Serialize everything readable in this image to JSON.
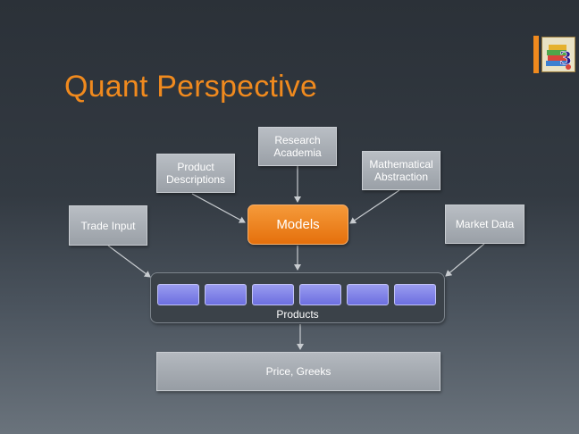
{
  "slide": {
    "title": "Quant Perspective"
  },
  "logo": {
    "icon": "book-stack-logo-icon"
  },
  "inputs": {
    "trade_input": "Trade Input",
    "product_descriptions": "Product\nDescriptions",
    "research_academia": "Research\nAcademia",
    "mathematical_abstraction": "Mathematical\nAbstraction",
    "market_data": "Market Data"
  },
  "models": {
    "label": "Models"
  },
  "products": {
    "label": "Products",
    "cell_count": 6
  },
  "output": {
    "label": "Price, Greeks"
  },
  "colors": {
    "title": "#f08a1e",
    "models_fill": "#e5700c",
    "product_cell": "#6c6fe0",
    "box_fill": "#9aa0a7",
    "arrow": "#c8ccd0"
  }
}
